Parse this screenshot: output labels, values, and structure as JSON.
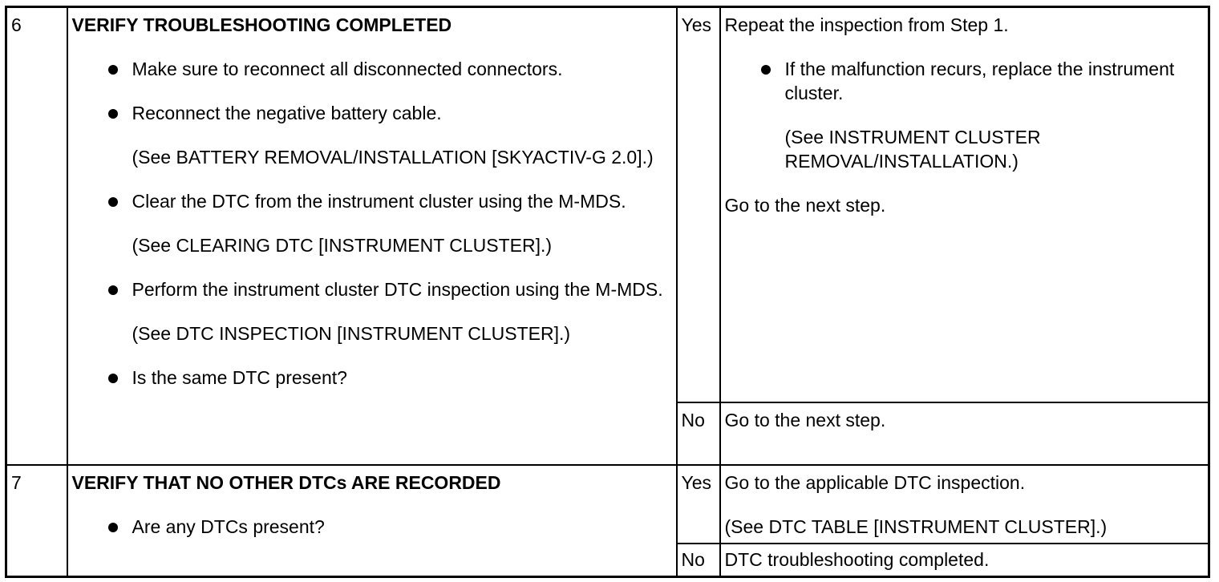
{
  "rows": [
    {
      "step": "6",
      "title": "VERIFY TROUBLESHOOTING COMPLETED",
      "actions": [
        {
          "text": "Make sure to reconnect all disconnected connectors.",
          "ref": ""
        },
        {
          "text": "Reconnect the negative battery cable.",
          "ref": "(See BATTERY REMOVAL/INSTALLATION [SKYACTIV-G 2.0].)"
        },
        {
          "text": "Clear the DTC from the instrument cluster using the M-MDS.",
          "ref": "(See CLEARING DTC [INSTRUMENT CLUSTER].)"
        },
        {
          "text": "Perform the instrument cluster DTC inspection using the M-MDS.",
          "ref": "(See DTC INSPECTION [INSTRUMENT CLUSTER].)"
        },
        {
          "text": "Is the same DTC present?",
          "ref": ""
        }
      ],
      "yes_label": "Yes",
      "yes": {
        "line1": "Repeat the inspection from Step 1.",
        "bullet": "If the malfunction recurs, replace the instrument cluster.",
        "bullet_ref": "(See INSTRUMENT CLUSTER REMOVAL/INSTALLATION.)",
        "line2": "Go to the next step."
      },
      "no_label": "No",
      "no": "Go to the next step."
    },
    {
      "step": "7",
      "title": "VERIFY THAT NO OTHER DTCs ARE RECORDED",
      "actions": [
        {
          "text": "Are any DTCs present?",
          "ref": ""
        }
      ],
      "yes_label": "Yes",
      "yes": {
        "line1": "Go to the applicable DTC inspection.",
        "line2": "(See DTC TABLE [INSTRUMENT CLUSTER].)"
      },
      "no_label": "No",
      "no": "DTC troubleshooting completed."
    }
  ]
}
